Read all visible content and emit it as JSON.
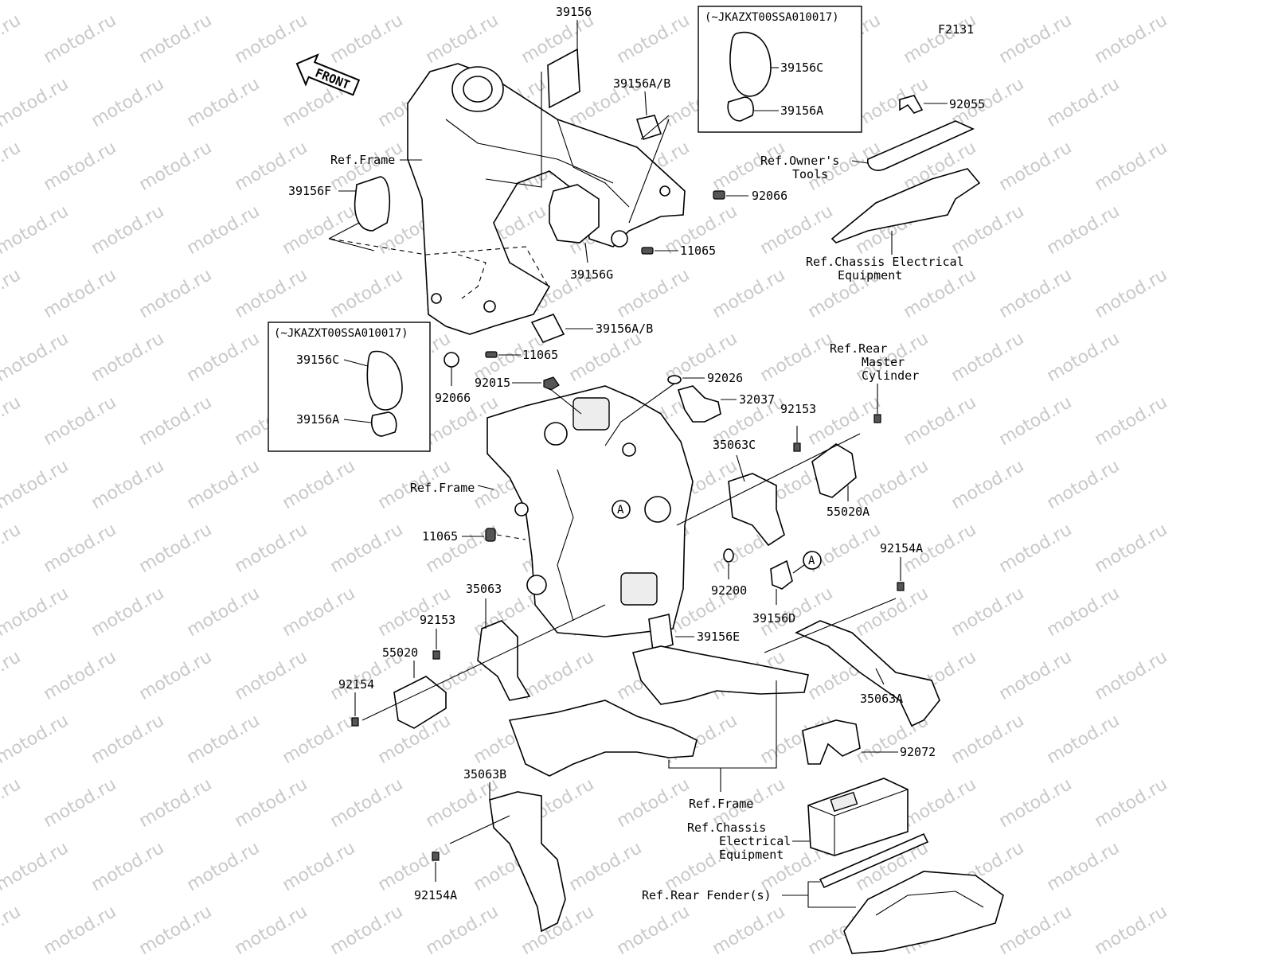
{
  "diagram_code": "F2131",
  "front_label": "FRONT",
  "watermark": "motod.ru",
  "inset_top": {
    "serial": "(~JKAZXT00SSA010017)",
    "labels": [
      "39156C",
      "39156A"
    ]
  },
  "inset_left": {
    "serial": "(~JKAZXT00SSA010017)",
    "labels": [
      "39156C",
      "39156A"
    ]
  },
  "part_numbers": {
    "p39156": "39156",
    "p39156ab_top": "39156A/B",
    "p39156f": "39156F",
    "p39156g": "39156G",
    "p39156ab_mid": "39156A/B",
    "p92066_top": "92066",
    "p11065_top": "11065",
    "p11065_mid": "11065",
    "p92066_left": "92066",
    "p92015": "92015",
    "p92026": "92026",
    "p32037": "32037",
    "p92153_right": "92153",
    "p35063c": "35063C",
    "p55020a": "55020A",
    "p11065_low": "11065",
    "p92200": "92200",
    "p39156d": "39156D",
    "p92154a_right": "92154A",
    "p35063": "35063",
    "p92153_left": "92153",
    "p55020": "55020",
    "p92154": "92154",
    "p39156e": "39156E",
    "p35063a": "35063A",
    "p92072": "92072",
    "p35063b": "35063B",
    "p92154a_low": "92154A",
    "p92055": "92055"
  },
  "references": {
    "frame_top": "Ref.Frame",
    "owners_tools": [
      "Ref.Owner's",
      "Tools"
    ],
    "chassis_top": [
      "Ref.Chassis Electrical",
      "Equipment"
    ],
    "rear_master": [
      "Ref.Rear",
      "Master",
      "Cylinder"
    ],
    "frame_mid": "Ref.Frame",
    "frame_low": "Ref.Frame",
    "chassis_low": [
      "Ref.Chassis",
      "Electrical",
      "Equipment"
    ],
    "rear_fender": "Ref.Rear Fender(s)"
  },
  "callout_marker": "A"
}
